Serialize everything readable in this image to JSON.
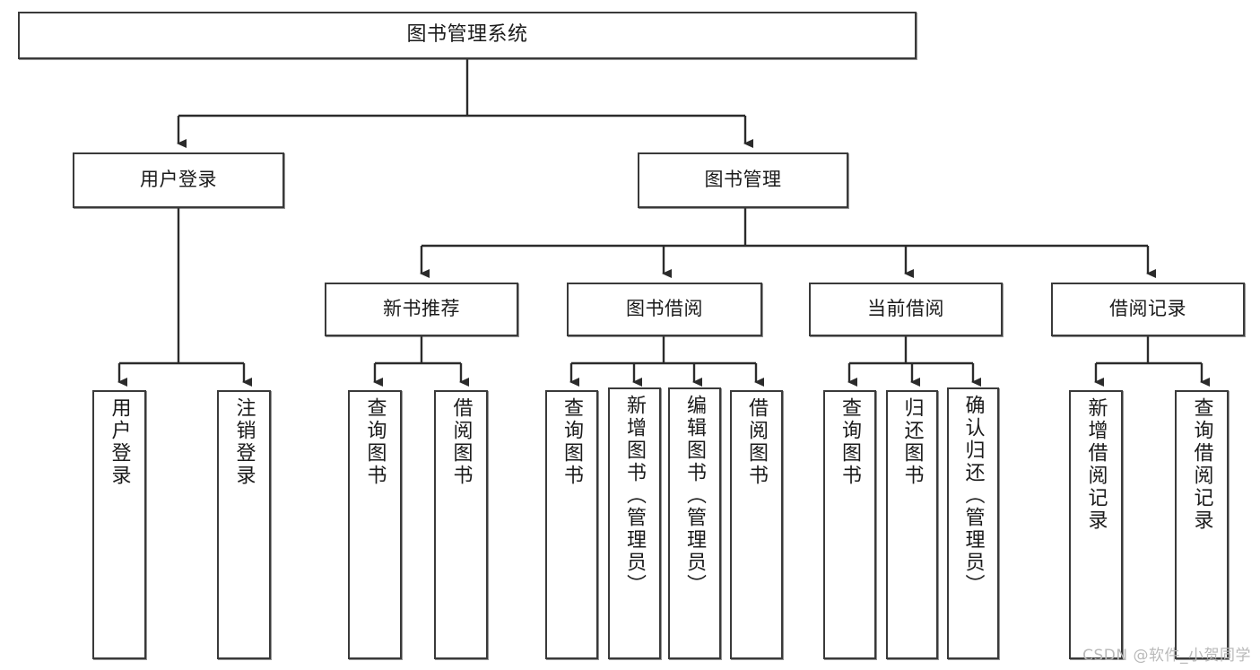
{
  "diagram": {
    "title": "图书管理系统",
    "type": "tree-hierarchy",
    "watermark": "CSDN @软件_小贺同学",
    "colors": {
      "background": "#ffffff",
      "box_border": "#3a3a3a",
      "box_fill": "#ffffff",
      "connector": "#2b2b2b",
      "text": "#1b1b1b",
      "watermark": "#b9b9b9"
    },
    "root": {
      "id": "root",
      "label": "图书管理系统"
    },
    "level2": [
      {
        "id": "user-login",
        "label": "用户登录"
      },
      {
        "id": "book-manage",
        "label": "图书管理"
      }
    ],
    "level3": [
      {
        "id": "new-book-recommend",
        "label": "新书推荐"
      },
      {
        "id": "book-borrow",
        "label": "图书借阅"
      },
      {
        "id": "current-borrow",
        "label": "当前借阅"
      },
      {
        "id": "borrow-record",
        "label": "借阅记录"
      }
    ],
    "leaves": {
      "user_login": [
        {
          "id": "leaf-user-login",
          "label": "用户登录"
        },
        {
          "id": "leaf-logout-login",
          "label": "注销登录"
        }
      ],
      "new_book_recommend": [
        {
          "id": "leaf-query-book-1",
          "label": "查询图书"
        },
        {
          "id": "leaf-borrow-book-1",
          "label": "借阅图书"
        }
      ],
      "book_borrow": [
        {
          "id": "leaf-query-book-2",
          "label": "查询图书"
        },
        {
          "id": "leaf-add-book",
          "label": "新增图书（管理员）"
        },
        {
          "id": "leaf-edit-book",
          "label": "编辑图书（管理员）"
        },
        {
          "id": "leaf-borrow-book-2",
          "label": "借阅图书"
        }
      ],
      "current_borrow": [
        {
          "id": "leaf-query-book-3",
          "label": "查询图书"
        },
        {
          "id": "leaf-return-book",
          "label": "归还图书"
        },
        {
          "id": "leaf-confirm-return",
          "label": "确认归还（管理员）"
        }
      ],
      "borrow_record": [
        {
          "id": "leaf-add-borrow-record",
          "label": "新增借阅记录"
        },
        {
          "id": "leaf-query-borrow-record",
          "label": "查询借阅记录"
        }
      ]
    }
  }
}
